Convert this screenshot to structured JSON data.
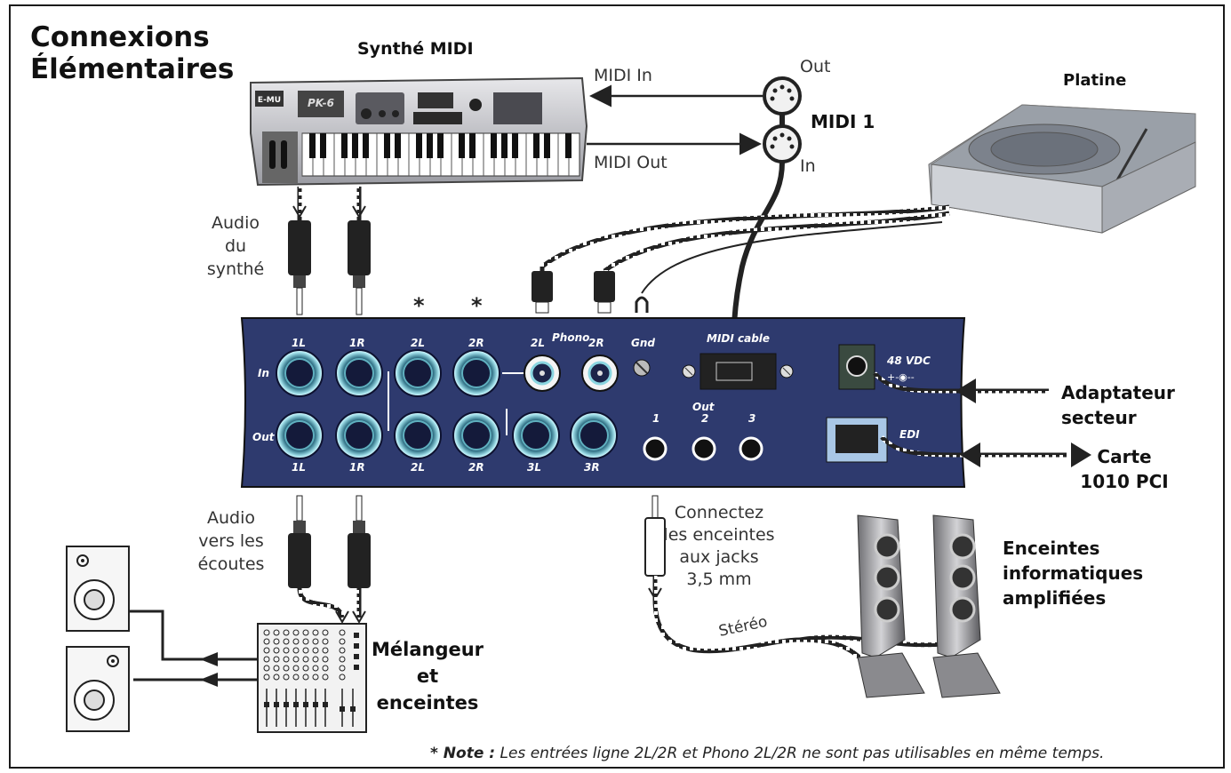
{
  "title": {
    "line1": "Connexions",
    "line2": "Élémentaires"
  },
  "devices": {
    "synth": "Synthé MIDI",
    "synth_model": "PK-6",
    "turntable": "Platine",
    "midi_port": "MIDI 1",
    "midi_out": "Out",
    "midi_in": "In",
    "mixer_line1": "Mélangeur",
    "mixer_line2": "et",
    "mixer_line3": "enceintes",
    "power_line1": "Adaptateur",
    "power_line2": "secteur",
    "card_line1": "Carte",
    "card_line2": "1010 PCI",
    "speakers_line1": "Enceintes",
    "speakers_line2": "informatiques",
    "speakers_line3": "amplifiées"
  },
  "cables": {
    "midi_in": "MIDI In",
    "midi_out": "MIDI Out",
    "audio_synth": [
      "Audio",
      "du",
      "synthé"
    ],
    "audio_monitors": [
      "Audio",
      "vers les",
      "écoutes"
    ],
    "connect_speakers": [
      "Connectez",
      "les enceintes",
      "aux jacks",
      "3,5 mm"
    ],
    "stereo": "Stéréo"
  },
  "panel": {
    "row_in": "In",
    "row_out": "Out",
    "top_labels": [
      "1L",
      "1R",
      "2L",
      "2R"
    ],
    "bottom_labels": [
      "1L",
      "1R",
      "2L",
      "2R",
      "3L",
      "3R"
    ],
    "phono": "Phono",
    "phono_l": "2L",
    "phono_r": "2R",
    "gnd": "Gnd",
    "midi_cable": "MIDI cable",
    "out_header": "Out",
    "out_numbers": [
      "1",
      "2",
      "3"
    ],
    "dc": "48 VDC",
    "edi": "EDI",
    "asterisk": "*"
  },
  "note": {
    "label": "* Note :",
    "text": " Les entrées ligne 2L/2R et Phono 2L/2R ne sont pas utilisables en même temps."
  },
  "colors": {
    "panel": "#2e3a6e",
    "jack_ring": "#7ed0dc",
    "cable": "#222222"
  }
}
